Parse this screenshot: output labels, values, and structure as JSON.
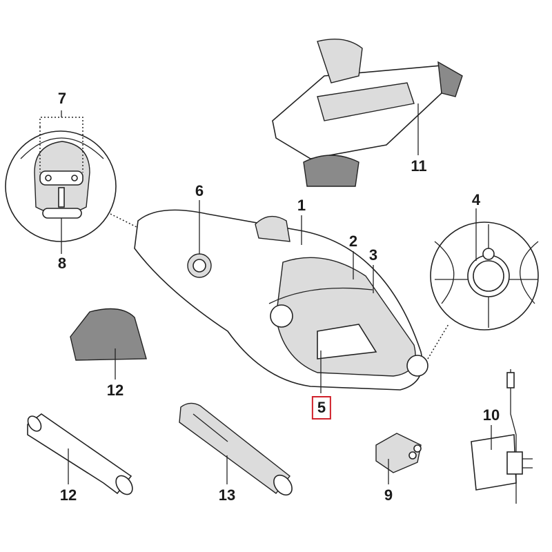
{
  "diagram": {
    "title": "Vacuum parts exploded view",
    "labels": [
      {
        "id": "7",
        "text": "7",
        "part": "detail-clip"
      },
      {
        "id": "8",
        "text": "8",
        "part": "detail-latch"
      },
      {
        "id": "6",
        "text": "6",
        "part": "dial-knob"
      },
      {
        "id": "1",
        "text": "1",
        "part": "main-body"
      },
      {
        "id": "2",
        "text": "2",
        "part": "nose-housing"
      },
      {
        "id": "3",
        "text": "3",
        "part": "handle-bail"
      },
      {
        "id": "4",
        "text": "4",
        "part": "nozzle-detail"
      },
      {
        "id": "11",
        "text": "11",
        "part": "brush-head"
      },
      {
        "id": "12a",
        "text": "12",
        "part": "filter-bag"
      },
      {
        "id": "5",
        "text": "5",
        "part": "inner-filter",
        "highlighted": true
      },
      {
        "id": "12b",
        "text": "12",
        "part": "extension-pole"
      },
      {
        "id": "13",
        "text": "13",
        "part": "handle-pole"
      },
      {
        "id": "9",
        "text": "9",
        "part": "connector"
      },
      {
        "id": "10",
        "text": "10",
        "part": "charger"
      }
    ],
    "highlight_color": "#d0202a"
  }
}
